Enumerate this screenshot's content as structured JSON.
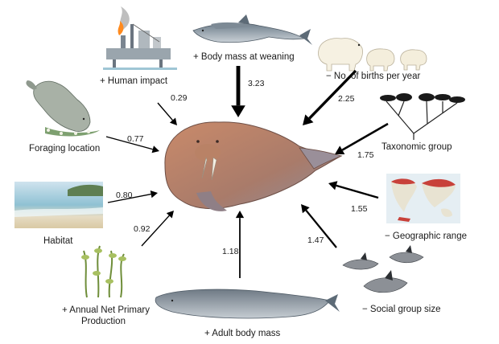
{
  "center": {
    "name": "walrus",
    "icon": "walrus-illustration"
  },
  "factors": [
    {
      "id": "human-impact",
      "label": "Human impact",
      "sign": "+",
      "weight": "0.29",
      "icon": "oil-rig"
    },
    {
      "id": "body-mass-weaning",
      "label": "Body mass at weaning",
      "sign": "+",
      "weight": "3.23",
      "icon": "dolphins"
    },
    {
      "id": "births-per-year",
      "label": "No. of births per year",
      "sign": "−",
      "weight": "2.25",
      "icon": "polar-bears"
    },
    {
      "id": "foraging-location",
      "label": "Foraging location",
      "sign": "",
      "weight": "0.77",
      "icon": "manatee"
    },
    {
      "id": "taxonomic-group",
      "label": "Taxonomic group",
      "sign": "",
      "weight": "1.75",
      "icon": "phylogenetic-tree"
    },
    {
      "id": "habitat",
      "label": "Habitat",
      "sign": "",
      "weight": "0.80",
      "icon": "beach"
    },
    {
      "id": "geographic-range",
      "label": "Geographic range",
      "sign": "−",
      "weight": "1.55",
      "icon": "world-map"
    },
    {
      "id": "annual-npp",
      "label": "Annual Net Primary",
      "label2": "Production",
      "sign": "+",
      "weight": "0.92",
      "icon": "kelp"
    },
    {
      "id": "social-group-size",
      "label": "Social group size",
      "sign": "−",
      "weight": "1.47",
      "icon": "small-dolphins"
    },
    {
      "id": "adult-body-mass",
      "label": "Adult body mass",
      "sign": "+",
      "weight": "1.18",
      "icon": "blue-whale"
    }
  ]
}
